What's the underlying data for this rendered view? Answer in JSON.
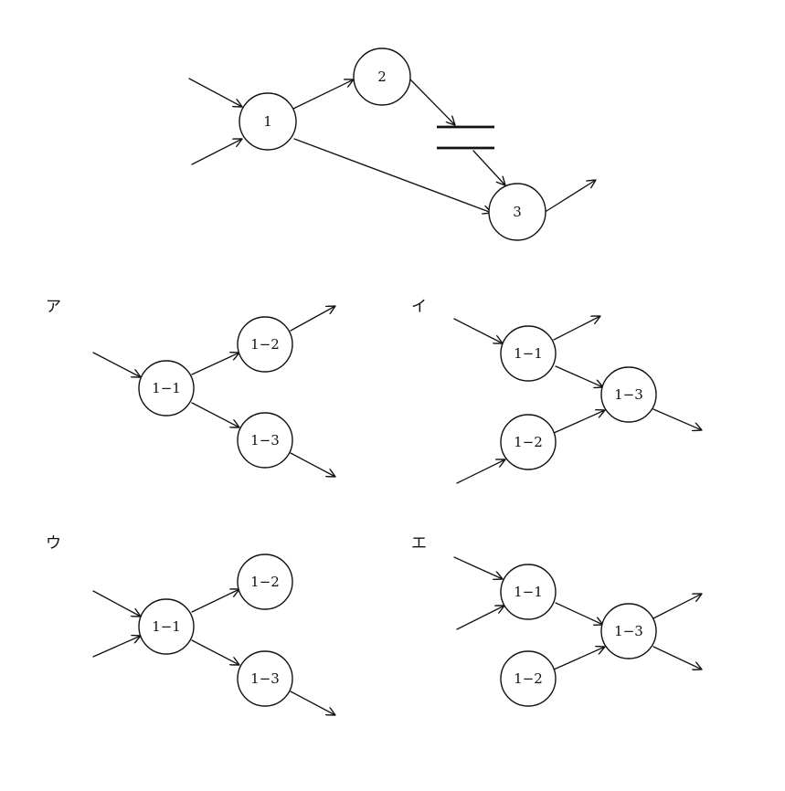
{
  "main_diagram": {
    "nodes": [
      {
        "id": "m1",
        "label": "1"
      },
      {
        "id": "m2",
        "label": "2"
      },
      {
        "id": "m3",
        "label": "3"
      }
    ]
  },
  "options": [
    {
      "key": "a",
      "label": "ア",
      "nodes": [
        {
          "id": "a11",
          "label": "1−1"
        },
        {
          "id": "a12",
          "label": "1−2"
        },
        {
          "id": "a13",
          "label": "1−3"
        }
      ]
    },
    {
      "key": "i",
      "label": "イ",
      "nodes": [
        {
          "id": "i11",
          "label": "1−1"
        },
        {
          "id": "i12",
          "label": "1−2"
        },
        {
          "id": "i13",
          "label": "1−3"
        }
      ]
    },
    {
      "key": "u",
      "label": "ウ",
      "nodes": [
        {
          "id": "u11",
          "label": "1−1"
        },
        {
          "id": "u12",
          "label": "1−2"
        },
        {
          "id": "u13",
          "label": "1−3"
        }
      ]
    },
    {
      "key": "e",
      "label": "エ",
      "nodes": [
        {
          "id": "e11",
          "label": "1−1"
        },
        {
          "id": "e12",
          "label": "1−2"
        },
        {
          "id": "e13",
          "label": "1−3"
        }
      ]
    }
  ]
}
